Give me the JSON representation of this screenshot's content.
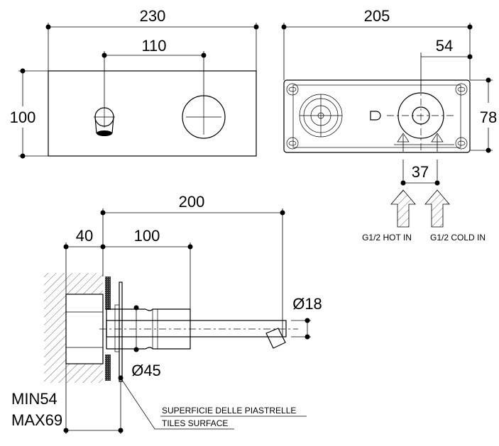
{
  "front_view": {
    "width_dim": "230",
    "spacing_dim": "110",
    "height_dim": "100"
  },
  "back_view": {
    "width_dim": "205",
    "offset_dim": "54",
    "height_dim": "78",
    "inlet_spacing_dim": "37",
    "hot_inlet_label": "G1/2 HOT IN",
    "cold_inlet_label": "G1/2 COLD IN"
  },
  "side_view": {
    "projection_dim": "200",
    "wall_depth_dim": "40",
    "body_dim": "100",
    "spout_diameter": "Ø18",
    "flange_diameter": "Ø45",
    "min_depth": "MIN54",
    "max_depth": "MAX69",
    "tile_label_it": "SUPERFICIE DELLE PIASTRELLE",
    "tile_label_en": "TILES SURFACE"
  }
}
